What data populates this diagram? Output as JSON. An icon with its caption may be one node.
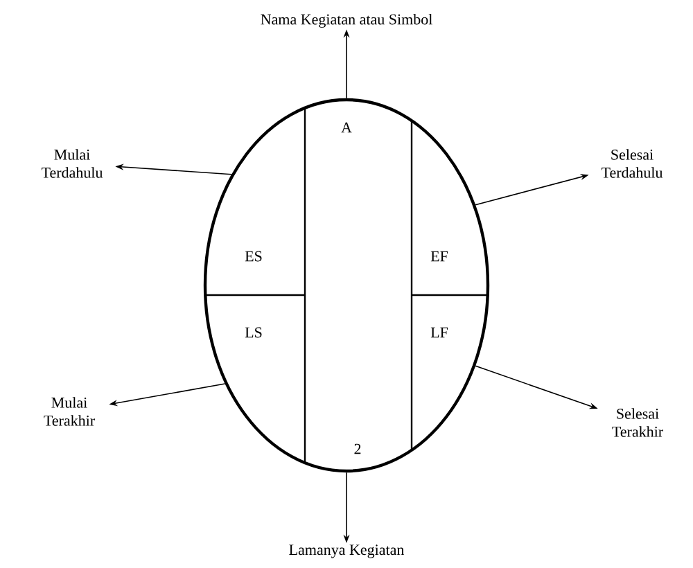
{
  "diagram": {
    "nodes": [
      {
        "text": [],
        "shape": "circle"
      },
      {
        "text": [
          "A"
        ],
        "in": 0
      },
      {
        "text": [
          "ES"
        ],
        "in": 0
      },
      {
        "text": [
          "EF"
        ],
        "in": 0
      },
      {
        "text": [
          "LS"
        ],
        "in": 0
      },
      {
        "text": [
          "LF"
        ],
        "in": 0
      },
      {
        "text": [
          "2"
        ],
        "in": 0
      },
      {
        "text": [
          "Nama Kegiatan atau Simbol"
        ]
      },
      {
        "text": [
          "Mulai Terdahulu"
        ]
      },
      {
        "text": [
          "Selesai Terdahulu"
        ]
      },
      {
        "text": [
          "Mulai Terakhir"
        ]
      },
      {
        "text": [
          "Selesai Terakhir"
        ]
      },
      {
        "text": [
          "Lamanya Kegiatan"
        ]
      }
    ],
    "edges": [
      {
        "from": 0,
        "to": 7,
        "arrow": "to"
      },
      {
        "from": 0,
        "to": 8,
        "arrow": "to"
      },
      {
        "from": 0,
        "to": 9,
        "arrow": "to"
      },
      {
        "from": 0,
        "to": 10,
        "arrow": "to"
      },
      {
        "from": 0,
        "to": 11,
        "arrow": "to"
      },
      {
        "from": 0,
        "to": 12,
        "arrow": "to"
      }
    ]
  }
}
